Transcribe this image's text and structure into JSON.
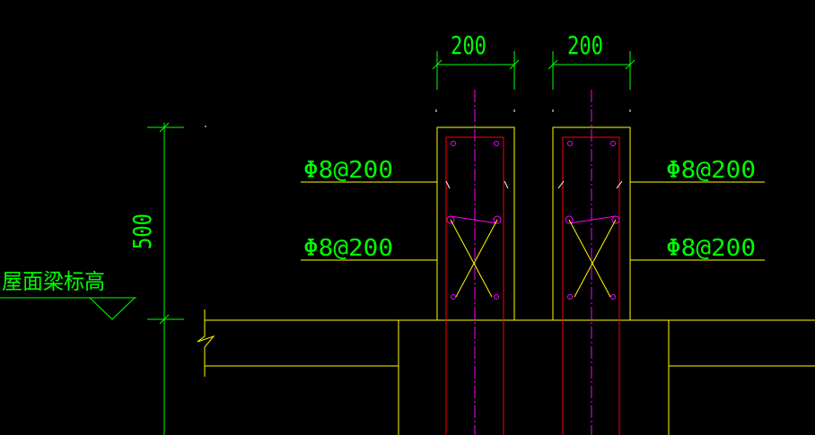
{
  "colors": {
    "background": "#000000",
    "dimension": "#00ff00",
    "outline": "#ffff00",
    "rebar": "#ff0000",
    "stirrup_tie": "#ff00ff",
    "centerline": "#ff00ff",
    "tick": "#ffffff"
  },
  "dimensions": {
    "left_width": "200",
    "right_width": "200",
    "height": "500"
  },
  "annotations": {
    "left_top_rebar": "Φ8@200",
    "left_bottom_rebar": "Φ8@200",
    "right_top_rebar": "Φ8@200",
    "right_bottom_rebar": "Φ8@200",
    "roof_beam_elevation": "屋面梁标高"
  }
}
